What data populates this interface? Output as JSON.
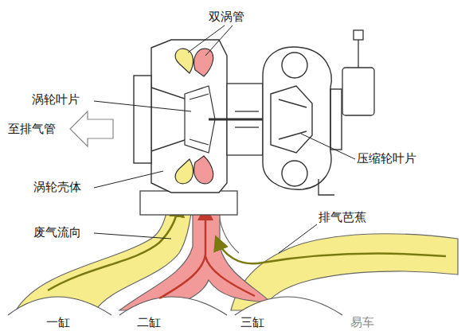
{
  "diagram": {
    "labels": [
      "双涡管",
      "涡轮叶片",
      "至排气管",
      "涡轮壳体",
      "压缩轮叶片",
      "废气流向",
      "排气芭蕉",
      "一缸",
      "二缸",
      "三缸",
      "易车"
    ]
  }
}
